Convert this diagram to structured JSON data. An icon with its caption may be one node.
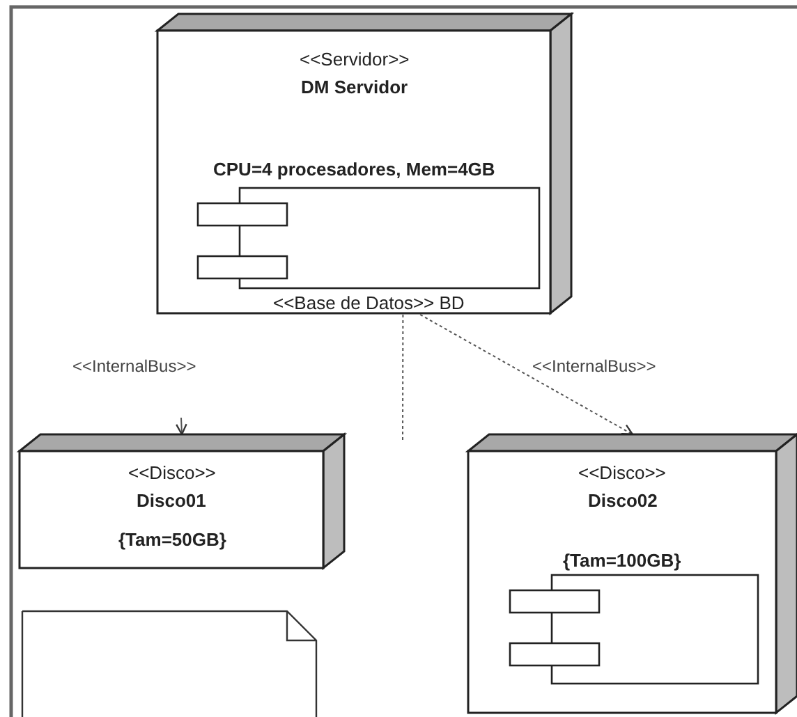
{
  "diagram": {
    "nodes": [
      {
        "text": [
          "<<Servidor>>",
          "DM Servidor",
          "CPU=4 procesadores, Mem=4GB"
        ]
      },
      {
        "text": [
          "<<Base de Datos>> BD"
        ],
        "in": 0
      },
      {
        "text": [
          "<<Disco>>",
          "Disco01",
          "{Tam=50GB}"
        ]
      },
      {
        "text": [
          "<<Disco>>",
          "Disco02",
          "{Tam=100GB}"
        ]
      },
      {
        "text": [],
        "shape": "box",
        "in": 3
      },
      {
        "text": [],
        "shape": "note"
      }
    ],
    "edges": [
      {
        "from": 1,
        "to": 3,
        "arrow": "to",
        "label": "<<InternalBus>>",
        "style": "dashed"
      },
      {
        "from": null,
        "to": 2,
        "arrow": "to",
        "label": "<<InternalBus>>"
      },
      {
        "from": 1,
        "to": null,
        "arrow": "none",
        "style": "dashed"
      }
    ]
  }
}
